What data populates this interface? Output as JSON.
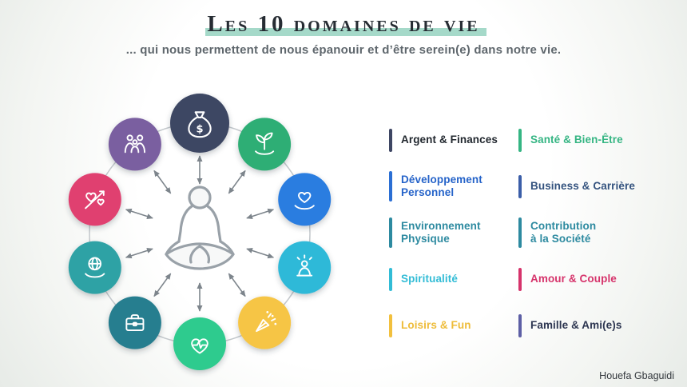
{
  "page": {
    "title": "Les 10 domaines de vie",
    "subtitle": "... qui nous permettent de nous épanouir et d’être serein(e) dans notre vie.",
    "credit": "Houefa Gbaguidi"
  },
  "colors": {
    "title_highlight": "#a5d9c9",
    "arrow": "#7d858c",
    "ring_line": "#c3c8cc",
    "figure_line": "#99a1a8"
  },
  "diagram": {
    "center_icon": "meditating-person-icon",
    "ring": [
      {
        "icon": "money-bag-icon",
        "color": "#3e4663"
      },
      {
        "icon": "sprout-hand-icon",
        "color": "#2fae74"
      },
      {
        "icon": "hands-heart-icon",
        "color": "#2b7de0"
      },
      {
        "icon": "meditation-icon",
        "color": "#2fb9d8"
      },
      {
        "icon": "party-popper-icon",
        "color": "#f6c544"
      },
      {
        "icon": "heart-pulse-icon",
        "color": "#2fcb8e"
      },
      {
        "icon": "briefcase-icon",
        "color": "#287e8f"
      },
      {
        "icon": "hands-globe-icon",
        "color": "#2fa2a5"
      },
      {
        "icon": "love-hearts-icon",
        "color": "#e0416f"
      },
      {
        "icon": "family-icon",
        "color": "#7a5fa0"
      }
    ]
  },
  "legend": {
    "columns": [
      [
        {
          "id": "argent-finances",
          "label": "Argent & Finances",
          "bar_color": "#3e4663",
          "text_color": "#22282f"
        },
        {
          "id": "developpement-personnel",
          "label": "Développement\nPersonnel",
          "bar_color": "#2b6fd4",
          "text_color": "#2563c9"
        },
        {
          "id": "environnement-physique",
          "label": "Environnement\nPhysique",
          "bar_color": "#2d8aa0",
          "text_color": "#2d8aa0"
        },
        {
          "id": "spiritualite",
          "label": "Spiritualité",
          "bar_color": "#32bcd6",
          "text_color": "#32bcd6"
        },
        {
          "id": "loisirs-fun",
          "label": "Loisirs & Fun",
          "bar_color": "#f2c03e",
          "text_color": "#eebc39"
        }
      ],
      [
        {
          "id": "sante-bien-etre",
          "label": "Santé & Bien-Être",
          "bar_color": "#35b583",
          "text_color": "#35b583"
        },
        {
          "id": "business-carriere",
          "label": "Business & Carrière",
          "bar_color": "#3b5ea8",
          "text_color": "#33527e"
        },
        {
          "id": "contribution-societe",
          "label": "Contribution\nà la Société",
          "bar_color": "#2d8aa0",
          "text_color": "#2d8aa0"
        },
        {
          "id": "amour-couple",
          "label": "Amour & Couple",
          "bar_color": "#d6336b",
          "text_color": "#d6336b"
        },
        {
          "id": "famille-amis",
          "label": "Famille & Ami(e)s",
          "bar_color": "#5d5fa5",
          "text_color": "#2c3550"
        }
      ]
    ]
  }
}
